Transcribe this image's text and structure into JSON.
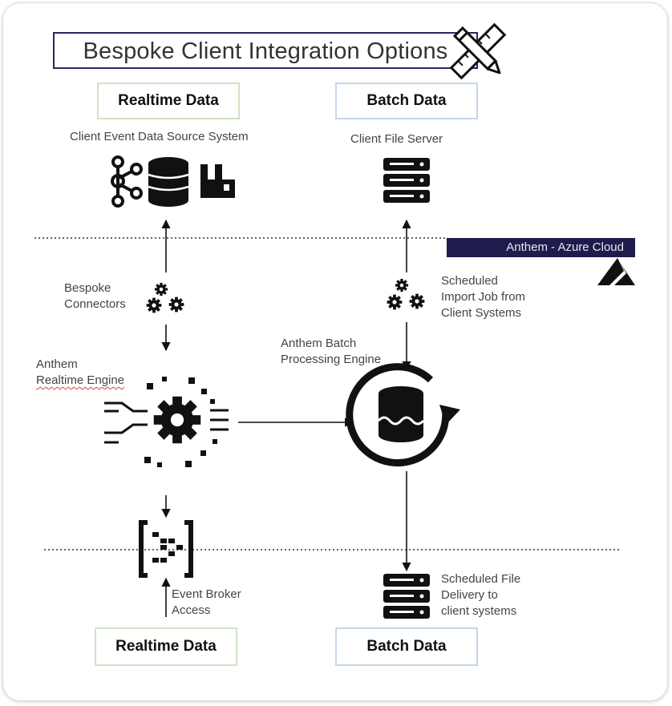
{
  "title": "Bespoke Client Integration Options",
  "headers": {
    "realtime_top": "Realtime Data",
    "batch_top": "Batch Data",
    "realtime_bottom": "Realtime Data",
    "batch_bottom": "Batch Data"
  },
  "labels": {
    "client_event_source": "Client Event Data Source System",
    "client_file_server": "Client File Server",
    "bespoke_connectors_1": "Bespoke",
    "bespoke_connectors_2": "Connectors",
    "scheduled_import_1": "Scheduled",
    "scheduled_import_2": "Import Job from",
    "scheduled_import_3": "Client Systems",
    "realtime_engine_1": "Anthem",
    "realtime_engine_2": "Realtime Engine",
    "batch_engine_1": "Anthem Batch",
    "batch_engine_2": "Processing Engine",
    "event_broker_1": "Event Broker",
    "event_broker_2": "Access",
    "file_delivery_1": "Scheduled File",
    "file_delivery_2": "Delivery to",
    "file_delivery_3": "client systems"
  },
  "azure": {
    "label": "Anthem - Azure Cloud",
    "accent_color": "#1e1b4d",
    "icon": "azure-logo-icon"
  },
  "colors": {
    "title_border": "#2a2760",
    "realtime_border": "#cfe3c4",
    "batch_border": "#c6d6e8"
  }
}
